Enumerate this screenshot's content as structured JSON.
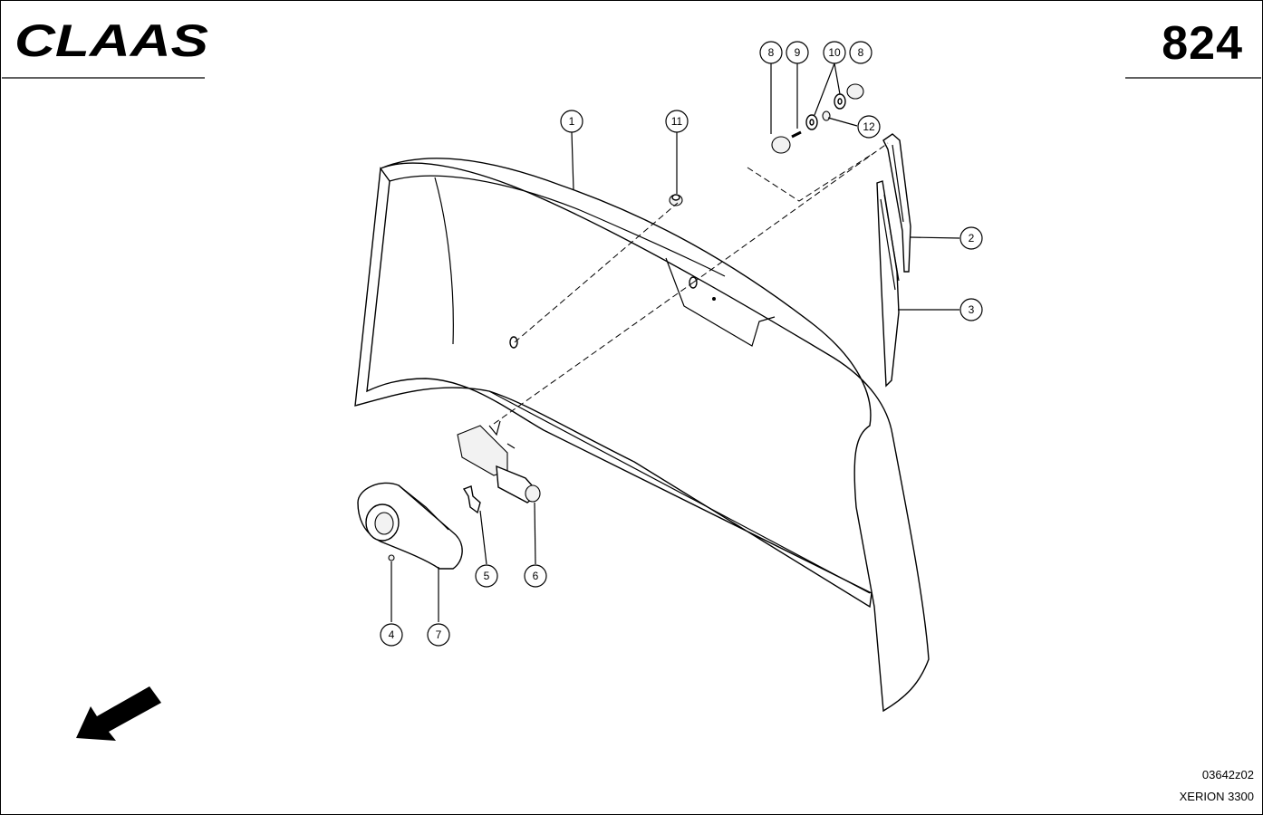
{
  "header": {
    "brand": "CLAAS",
    "page_number": "824"
  },
  "footer": {
    "drawing_code": "03642z02",
    "model": "XERION 3300"
  },
  "callouts": [
    "1",
    "2",
    "3",
    "4",
    "5",
    "6",
    "7",
    "8",
    "9",
    "10",
    "8",
    "11",
    "12"
  ],
  "icons": {
    "direction_arrow": "direction-arrow-icon"
  }
}
